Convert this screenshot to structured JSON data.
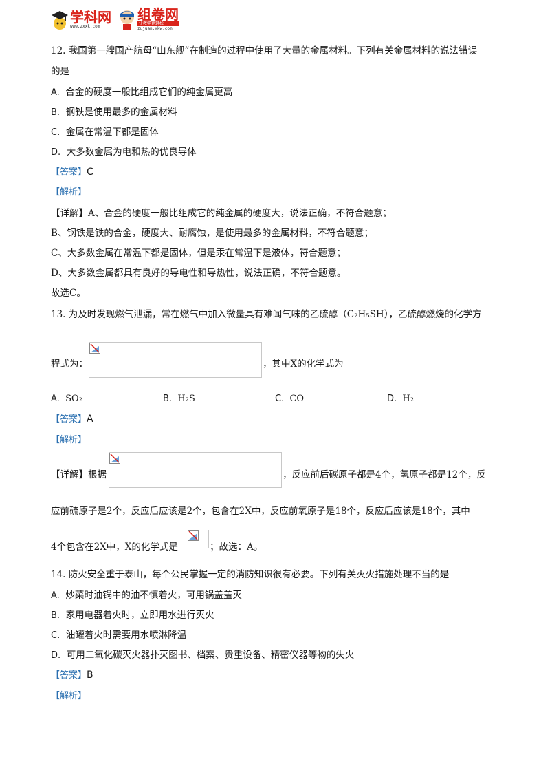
{
  "header": {
    "logo1": {
      "name": "学科网",
      "url": "www.zxxk.com"
    },
    "logo2": {
      "name": "组卷网",
      "url": "zujuan.xkw.com",
      "slogan": "让教学更轻松"
    }
  },
  "q12": {
    "stem_line1": "12. 我国第一艘国产航母“山东舰”在制造的过程中使用了大量的金属材料。下列有关金属材料的说法错误",
    "stem_line2": "的是",
    "options": [
      {
        "label": "A.",
        "text": "合金的硬度一般比组成它们的纯金属更高"
      },
      {
        "label": "B.",
        "text": "钢铁是使用最多的金属材料"
      },
      {
        "label": "C.",
        "text": "金属在常温下都是固体"
      },
      {
        "label": "D.",
        "text": "大多数金属为电和热的优良导体"
      }
    ],
    "answer_tag": "【答案】",
    "answer": "C",
    "analysis_tag": "【解析】",
    "detail": [
      "【详解】A、合金的硬度一般比组成它的纯金属的硬度大，说法正确，不符合题意；",
      "B、钢铁是铁的合金，硬度大、耐腐蚀，是使用最多的金属材料，不符合题意；",
      "C、大多数金属在常温下都是固体，但是汞在常温下是液体，符合题意；",
      "D、大多数金属都具有良好的导电性和导热性，说法正确，不符合题意。",
      "故选C。"
    ]
  },
  "q13": {
    "stem_line1": "13. 为及时发现燃气泄漏，常在燃气中加入微量具有难闻气味的乙硫醇（C₂H₅SH），乙硫醇燃烧的化学方",
    "stem_line2_pre": "程式为：",
    "stem_line2_post": "，其中X的化学式为",
    "options": [
      {
        "label": "A.",
        "text": "SO₂"
      },
      {
        "label": "B.",
        "text": "H₂S"
      },
      {
        "label": "C.",
        "text": "CO"
      },
      {
        "label": "D.",
        "text": "H₂"
      }
    ],
    "answer_tag": "【答案】",
    "answer": "A",
    "analysis_tag": "【解析】",
    "detail_pre": "【详解】根据",
    "detail_post": "，反应前后碳原子都是4个，氢原子都是12个，反",
    "detail_line2": "应前硫原子是2个，反应后应该是2个，包含在2X中，反应前氧原子是18个，反应后应该是18个，其中",
    "detail_line3_pre": "4个包含在2X中，X的化学式是",
    "detail_line3_post": "；故选：A。"
  },
  "q14": {
    "stem_line1": "14. 防火安全重于泰山，每个公民掌握一定的消防知识很有必要。下列有关灭火措施处理不当的是",
    "options": [
      {
        "label": "A.",
        "text": "炒菜时油锅中的油不慎着火，可用锅盖盖灭"
      },
      {
        "label": "B.",
        "text": "家用电器着火时，立即用水进行灭火"
      },
      {
        "label": "C.",
        "text": "油罐着火时需要用水喷淋降温"
      },
      {
        "label": "D.",
        "text": "可用二氧化碳灭火器扑灭图书、档案、贵重设备、精密仪器等物的失火"
      }
    ],
    "answer_tag": "【答案】",
    "answer": "B",
    "analysis_tag": "【解析】"
  },
  "colors": {
    "tag": "#2a6fb0",
    "logo_red": "#d9241b",
    "logo_blue": "#1d5fb0"
  },
  "icons": [
    "graduation-cap-icon",
    "boy-mascot-icon",
    "broken-image-icon"
  ]
}
